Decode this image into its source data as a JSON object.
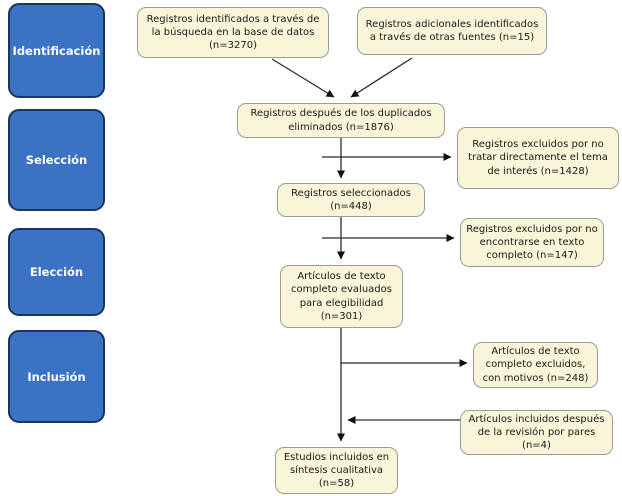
{
  "colors": {
    "stage_fill": "#3b72c4",
    "stage_border": "#17375e",
    "node_fill": "#f8f5d8",
    "node_border": "#9c9c94",
    "arrow": "#2b2b2b",
    "background": "#ffffff"
  },
  "stages": [
    {
      "id": "identification",
      "label": "Identificación"
    },
    {
      "id": "screening",
      "label": "Selección"
    },
    {
      "id": "eligibility",
      "label": "Elección"
    },
    {
      "id": "inclusion",
      "label": "Inclusión"
    }
  ],
  "nodes": [
    {
      "id": "records-database",
      "text": "Registros identificados a través de la búsqueda en la base de datos (n=3270)",
      "count": 3270
    },
    {
      "id": "records-other-sources",
      "text": "Registros adicionales identificados a través de otras fuentes (n=15)",
      "count": 15
    },
    {
      "id": "after-duplicates",
      "text": "Registros después de los duplicados eliminados (n=1876)",
      "count": 1876
    },
    {
      "id": "excluded-topic",
      "text": "Registros excluidos por no tratar directamente el tema de interés (n=1428)",
      "count": 1428
    },
    {
      "id": "records-selected",
      "text": "Registros seleccionados (n=448)",
      "count": 448
    },
    {
      "id": "excluded-no-fulltext",
      "text": "Registros excluidos por no encontrarse en texto completo (n=147)",
      "count": 147
    },
    {
      "id": "fulltext-assessed",
      "text": "Artículos de texto completo evaluados para elegibilidad (n=301)",
      "count": 301
    },
    {
      "id": "fulltext-excluded",
      "text": "Artículos de texto completo excluidos, con motivos (n=248)",
      "count": 248
    },
    {
      "id": "included-peer-review",
      "text": "Artículos incluidos después de la revisión por pares (n=4)",
      "count": 4
    },
    {
      "id": "qualitative-synthesis",
      "text": "Estudios incluidos en síntesis cualitativa (n=58)",
      "count": 58
    }
  ]
}
